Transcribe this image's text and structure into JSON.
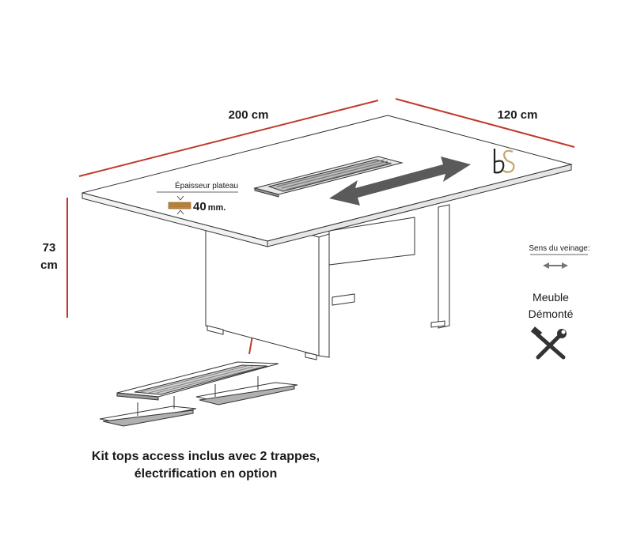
{
  "dimensions": {
    "length": "200 cm",
    "width": "120 cm",
    "height_value": "73",
    "height_unit": "cm"
  },
  "thickness": {
    "label": "Épaisseur plateau",
    "value": "40",
    "unit": "mm."
  },
  "grain": {
    "label": "Sens du veinage:"
  },
  "condition": {
    "line1": "Meuble",
    "line2": "Démonté"
  },
  "caption": {
    "line1": "Kit tops access inclus avec 2 trappes,",
    "line2": "électrification en option"
  },
  "colors": {
    "dimension_line": "#c0392b",
    "arrow": "#555555",
    "logo_accent": "#c8a46a"
  },
  "icons": [
    "tools-icon",
    "double-arrow-icon",
    "bs-logo-icon",
    "wood-plank-icon"
  ]
}
